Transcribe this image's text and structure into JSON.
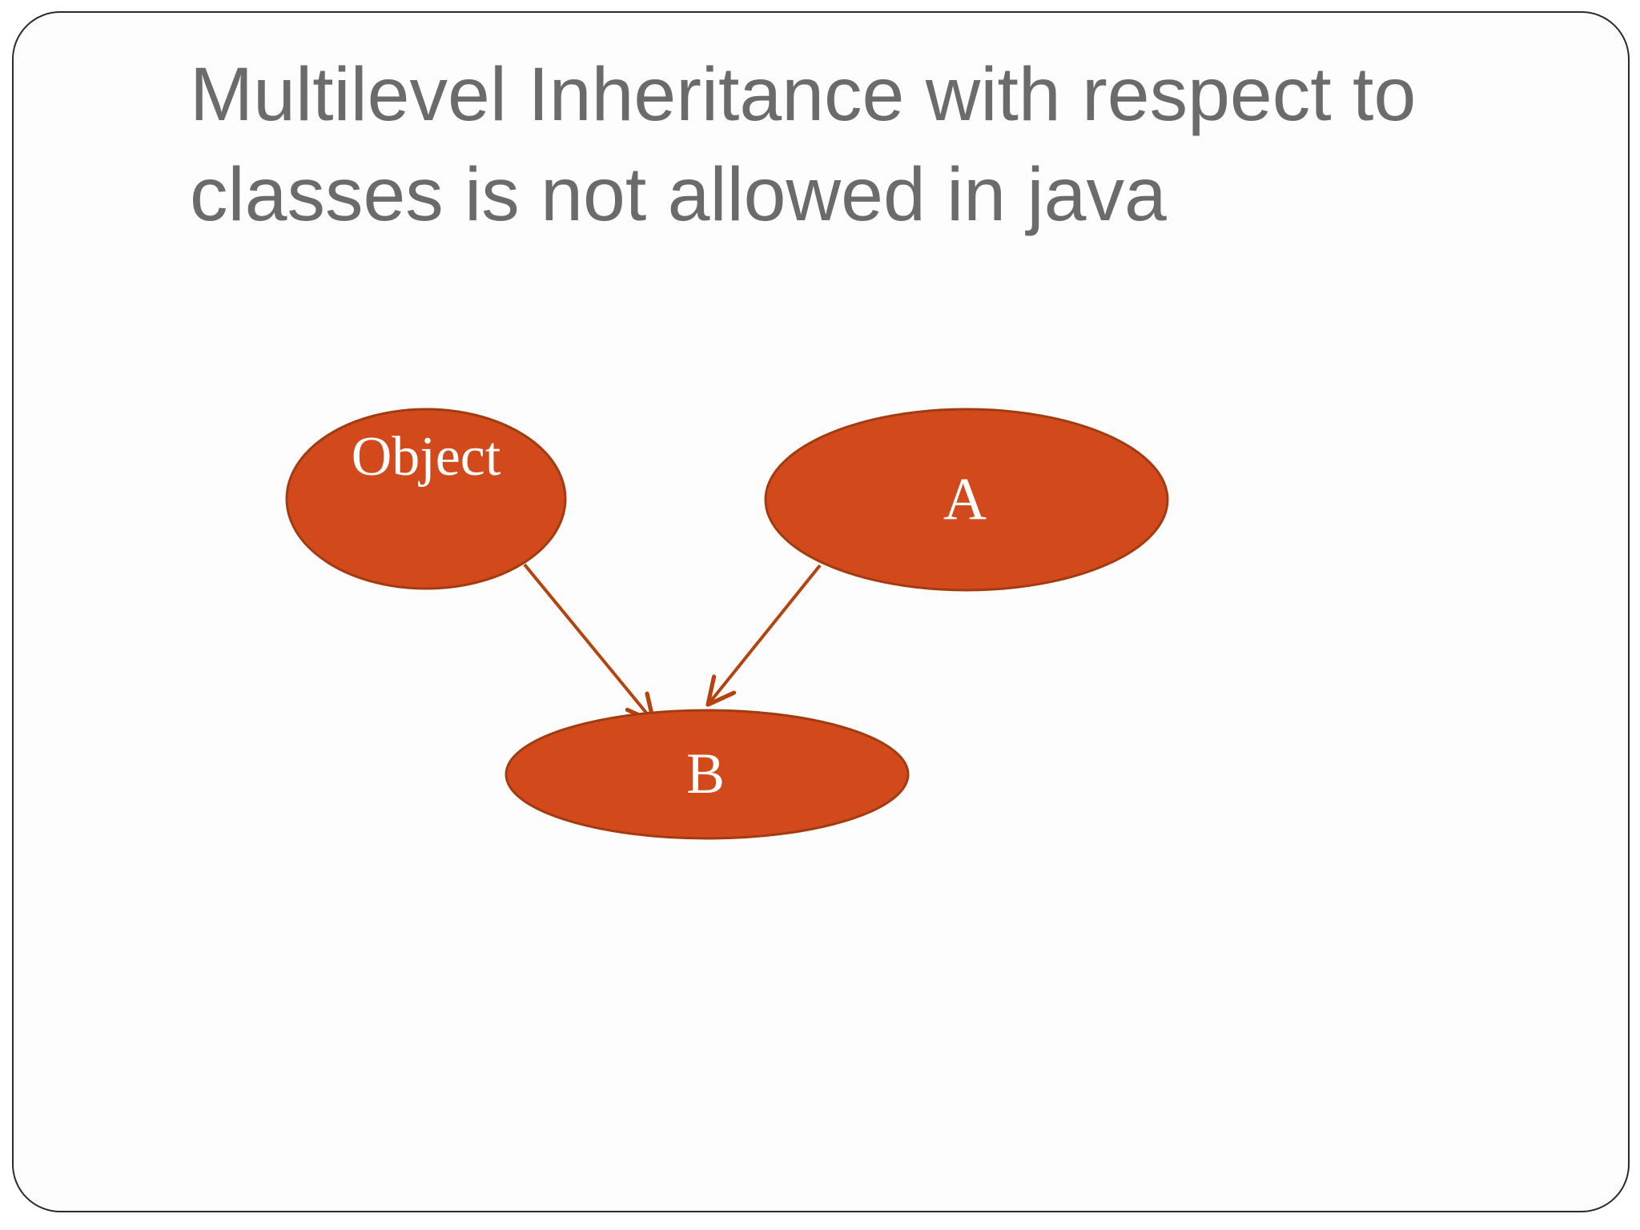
{
  "slide": {
    "title": {
      "lines": [
        "Multilevel Inheritance with respect to",
        "classes is not allowed in java"
      ],
      "color": "#6b6b6b"
    },
    "background_color": "#fdfdfd",
    "frame_border_color": "#2b2b2b"
  },
  "diagram": {
    "node_fill": "#d24a1c",
    "node_stroke": "#a33b10",
    "arrow_color": "#b5430f",
    "label_color": "#ffffff",
    "nodes": [
      {
        "id": "object",
        "label": "Object"
      },
      {
        "id": "a",
        "label": "A"
      },
      {
        "id": "b",
        "label": "B"
      }
    ],
    "edges": [
      {
        "from": "Object",
        "to": "B"
      },
      {
        "from": "A",
        "to": "B"
      }
    ]
  }
}
